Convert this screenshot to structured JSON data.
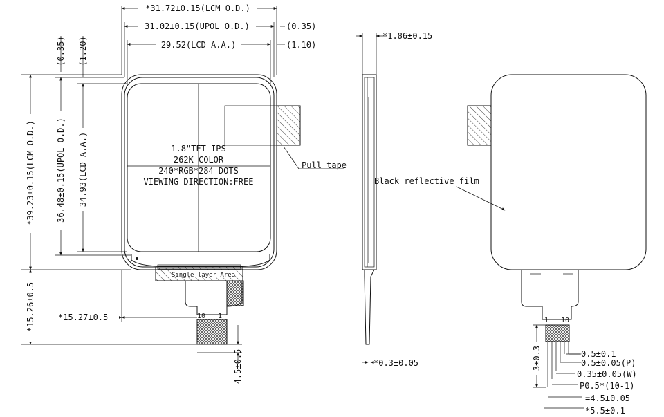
{
  "front_view": {
    "dim_lcm_od_w": "*31.72±0.15(LCM O.D.)",
    "dim_upol_od_w": "31.02±0.15(UPOL O.D.)",
    "dim_upol_offset": "(0.35)",
    "dim_lcm_aa_w": "29.52(LCD A.A.)",
    "dim_aa_offset": "(1.10)",
    "dim_top_offset_1": "(0.35)",
    "dim_top_offset_2": "(1.20)",
    "dim_lcm_od_h": "*39.23±0.15(LCM O.D.)",
    "dim_upol_od_h": "36.48±0.15(UPOL O.D.)",
    "dim_lcm_aa_h": "34.93(LCD A.A.)",
    "dim_fpc_h": "*15.26±0.5",
    "dim_fpc_offset": "*15.27±0.5",
    "dim_fpc_bottom": "4.5±0.5",
    "spec_lines": [
      "1.8\"TFT IPS",
      "262K COLOR",
      "240*RGB*284 DOTS",
      "VIEWING DIRECTION:FREE"
    ],
    "pull_tape_label": "Pull tape",
    "single_layer_label": "Single layer Area",
    "pin_10": "10",
    "pin_1": "1"
  },
  "side_view": {
    "dim_thickness": "*1.86±0.15",
    "dim_fpc_thickness": "*0.3±0.05"
  },
  "back_view": {
    "film_label": "Black reflective film",
    "pin_1": "1",
    "pin_10": "10",
    "dim_fpc_len": "3±0.3",
    "dim_pad_a": "0.5±0.1",
    "dim_pad_b": "0.5±0.05(P)",
    "dim_pad_c": "0.35±0.05(W)",
    "dim_pad_d": "P0.5*(10-1)",
    "dim_pad_e": "=4.5±0.05",
    "dim_pad_f": "*5.5±0.1"
  }
}
